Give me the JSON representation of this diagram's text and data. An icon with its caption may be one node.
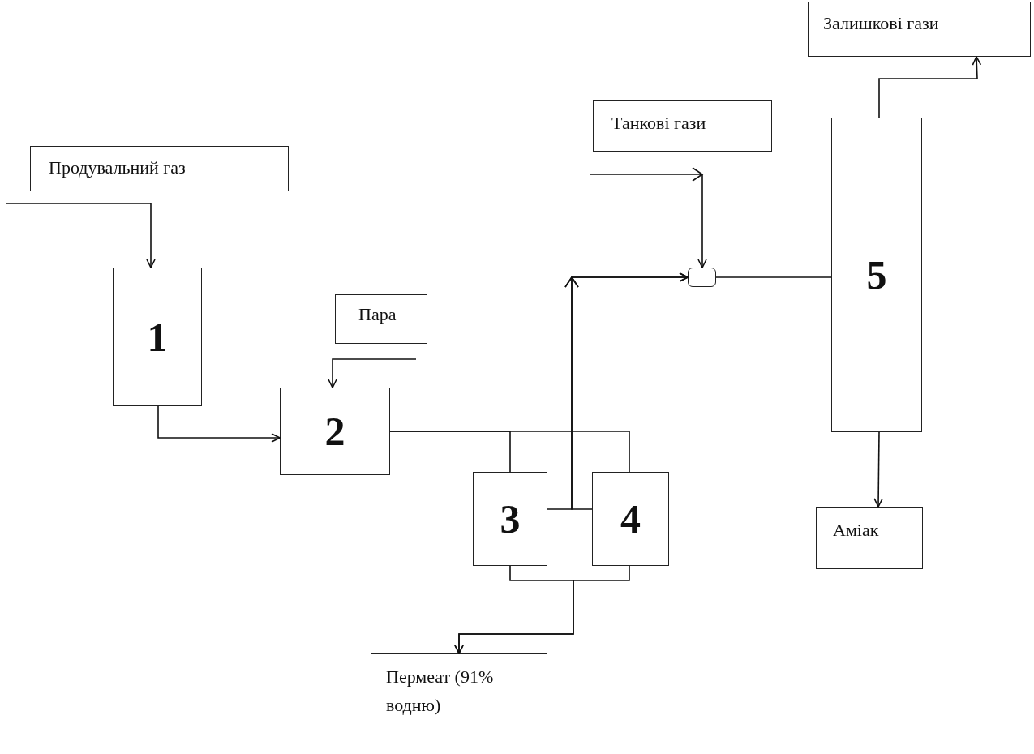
{
  "diagram": {
    "nodes": [
      {
        "text": [
          "Продувальний газ"
        ]
      },
      {
        "text": [
          "1"
        ]
      },
      {
        "text": [
          "Пара"
        ]
      },
      {
        "text": [
          "2"
        ]
      },
      {
        "text": [
          "3"
        ]
      },
      {
        "text": [
          "4"
        ]
      },
      {
        "text": [
          "Пермеат (91% водню)"
        ]
      },
      {
        "text": [
          "Танкові гази"
        ]
      },
      {
        "text": [],
        "shape": "box"
      },
      {
        "text": [
          "5"
        ]
      },
      {
        "text": [
          "Залишкові гази"
        ]
      },
      {
        "text": [
          "Аміак"
        ]
      }
    ],
    "edges": [
      {
        "from": null,
        "to": 1,
        "arrow": "to"
      },
      {
        "from": 1,
        "to": 3,
        "arrow": "to"
      },
      {
        "from": null,
        "to": 3,
        "arrow": "to"
      },
      {
        "from": 3,
        "to": 4,
        "arrow": "none"
      },
      {
        "from": 3,
        "to": 5,
        "arrow": "none"
      },
      {
        "from": 4,
        "to": 8,
        "arrow": "to"
      },
      {
        "from": 5,
        "to": 8,
        "arrow": "to"
      },
      {
        "from": null,
        "to": 8,
        "arrow": "to"
      },
      {
        "from": 8,
        "to": 9,
        "arrow": "none"
      },
      {
        "from": 9,
        "to": 10,
        "arrow": "to"
      },
      {
        "from": 9,
        "to": 11,
        "arrow": "to"
      },
      {
        "from": 4,
        "to": 6,
        "arrow": "to"
      },
      {
        "from": 5,
        "to": 6,
        "arrow": "to"
      }
    ]
  }
}
